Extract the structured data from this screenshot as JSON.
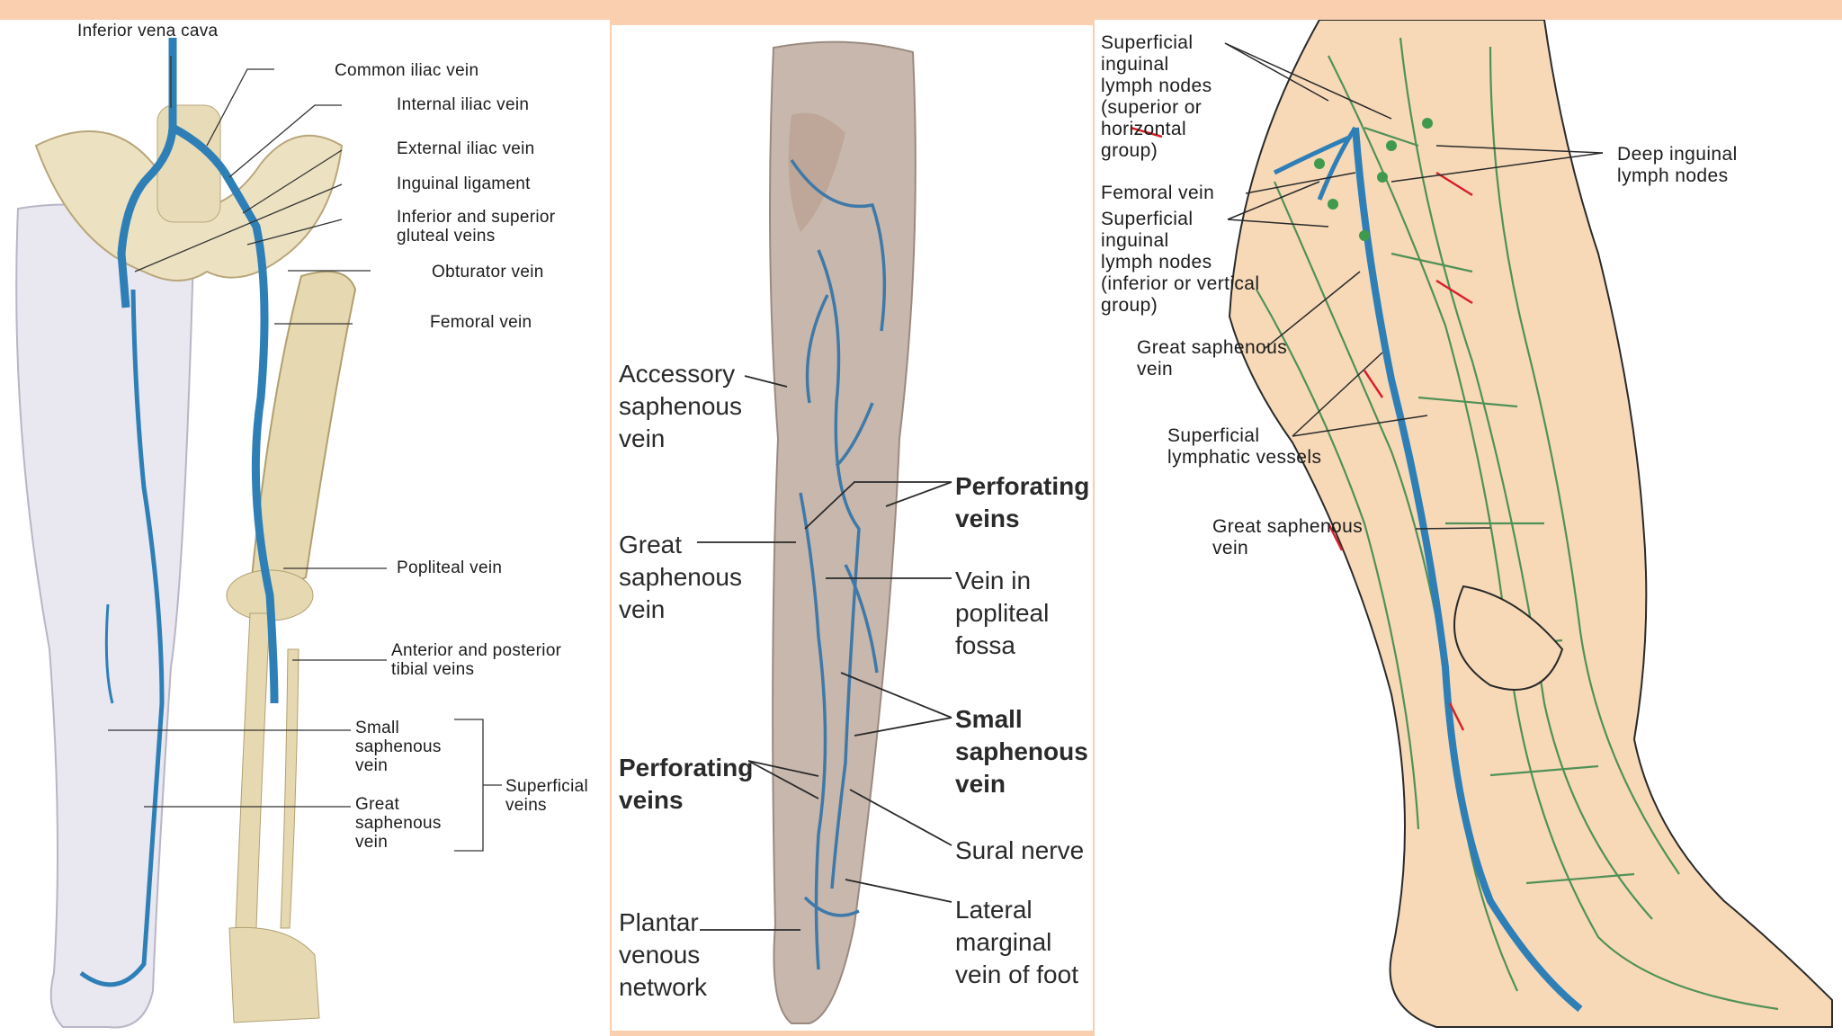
{
  "panel_left": {
    "labels": {
      "ivc": "Inferior vena cava",
      "common_iliac": "Common iliac vein",
      "internal_iliac": "Internal iliac vein",
      "external_iliac": "External iliac vein",
      "inguinal_ligament": "Inguinal ligament",
      "gluteal": "Inferior and superior\ngluteal veins",
      "obturator": "Obturator vein",
      "femoral": "Femoral vein",
      "popliteal": "Popliteal vein",
      "tibial": "Anterior and posterior\ntibial veins",
      "small_saphenous": "Small\nsaphenous\nvein",
      "great_saphenous": "Great\nsaphenous\nvein",
      "superficial_veins": "Superficial\nveins"
    }
  },
  "panel_middle": {
    "labels": {
      "accessory_saphenous": "Accessory\nsaphenous\nvein",
      "great_saphenous": "Great\nsaphenous\nvein",
      "perforating_upper": "Perforating\nveins",
      "vein_popliteal_fossa": "Vein in\npopliteal\nfossa",
      "small_saphenous": "Small\nsaphenous\nvein",
      "perforating_lower": "Perforating\nveins",
      "sural_nerve": "Sural nerve",
      "plantar_network": "Plantar\nvenous\nnetwork",
      "lateral_marginal": "Lateral\nmarginal\nvein of foot"
    }
  },
  "panel_right": {
    "labels": {
      "superficial_nodes_horizontal": "Superficial\ninguinal\nlymph nodes\n(superior or\nhorizontal\ngroup)",
      "femoral_vein": "Femoral vein",
      "superficial_nodes_vertical": "Superficial\ninguinal\nlymph nodes\n(inferior or vertical\ngroup)",
      "great_saphenous_upper": "Great saphenous\nvein",
      "superficial_lymphatic": "Superficial\nlymphatic vessels",
      "great_saphenous_lower": "Great saphenous\nvein",
      "deep_nodes": "Deep inguinal\nlymph nodes"
    }
  },
  "colors": {
    "background": "#f9cfb0",
    "vein_blue": "#2f7fb7",
    "lymph_green": "#3f8a4c",
    "skin": "#f7d9b8",
    "bone": "#e6d9b2",
    "arrow_red": "#d8202a"
  }
}
